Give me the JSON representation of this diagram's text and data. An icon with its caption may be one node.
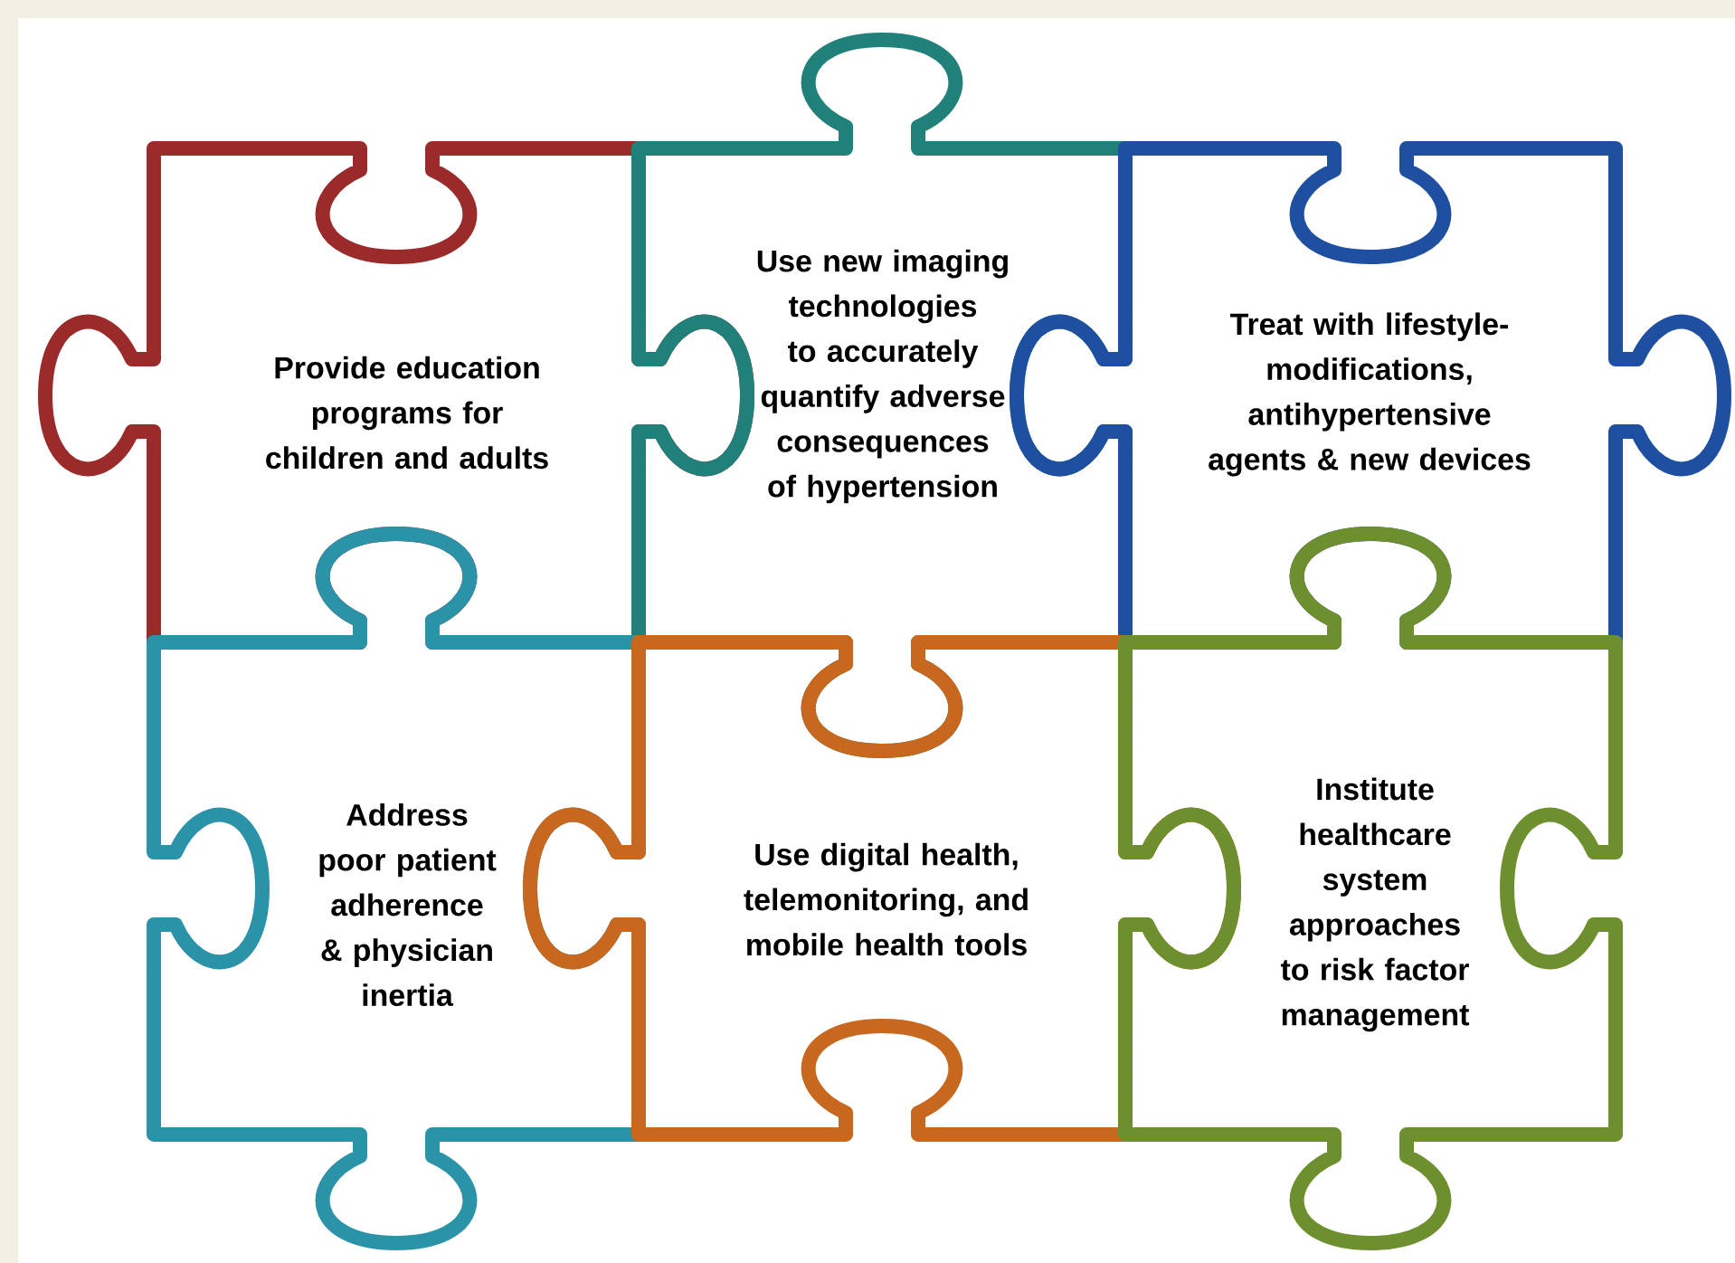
{
  "diagram": {
    "nodes": [
      {
        "text": [
          "Provide education programs for children and adults"
        ]
      },
      {
        "text": [
          "Use new imaging technologies to accurately quantify adverse consequences of hypertension"
        ]
      },
      {
        "text": [
          "Treat with lifestyle-modifications, antihypertensive agents & new devices"
        ]
      },
      {
        "text": [
          "Address poor patient adherence & physician inertia"
        ]
      },
      {
        "text": [
          "Use digital health, telemonitoring, and mobile health tools"
        ]
      },
      {
        "text": [
          "Institute healthcare system approaches to risk factor management"
        ]
      }
    ]
  }
}
